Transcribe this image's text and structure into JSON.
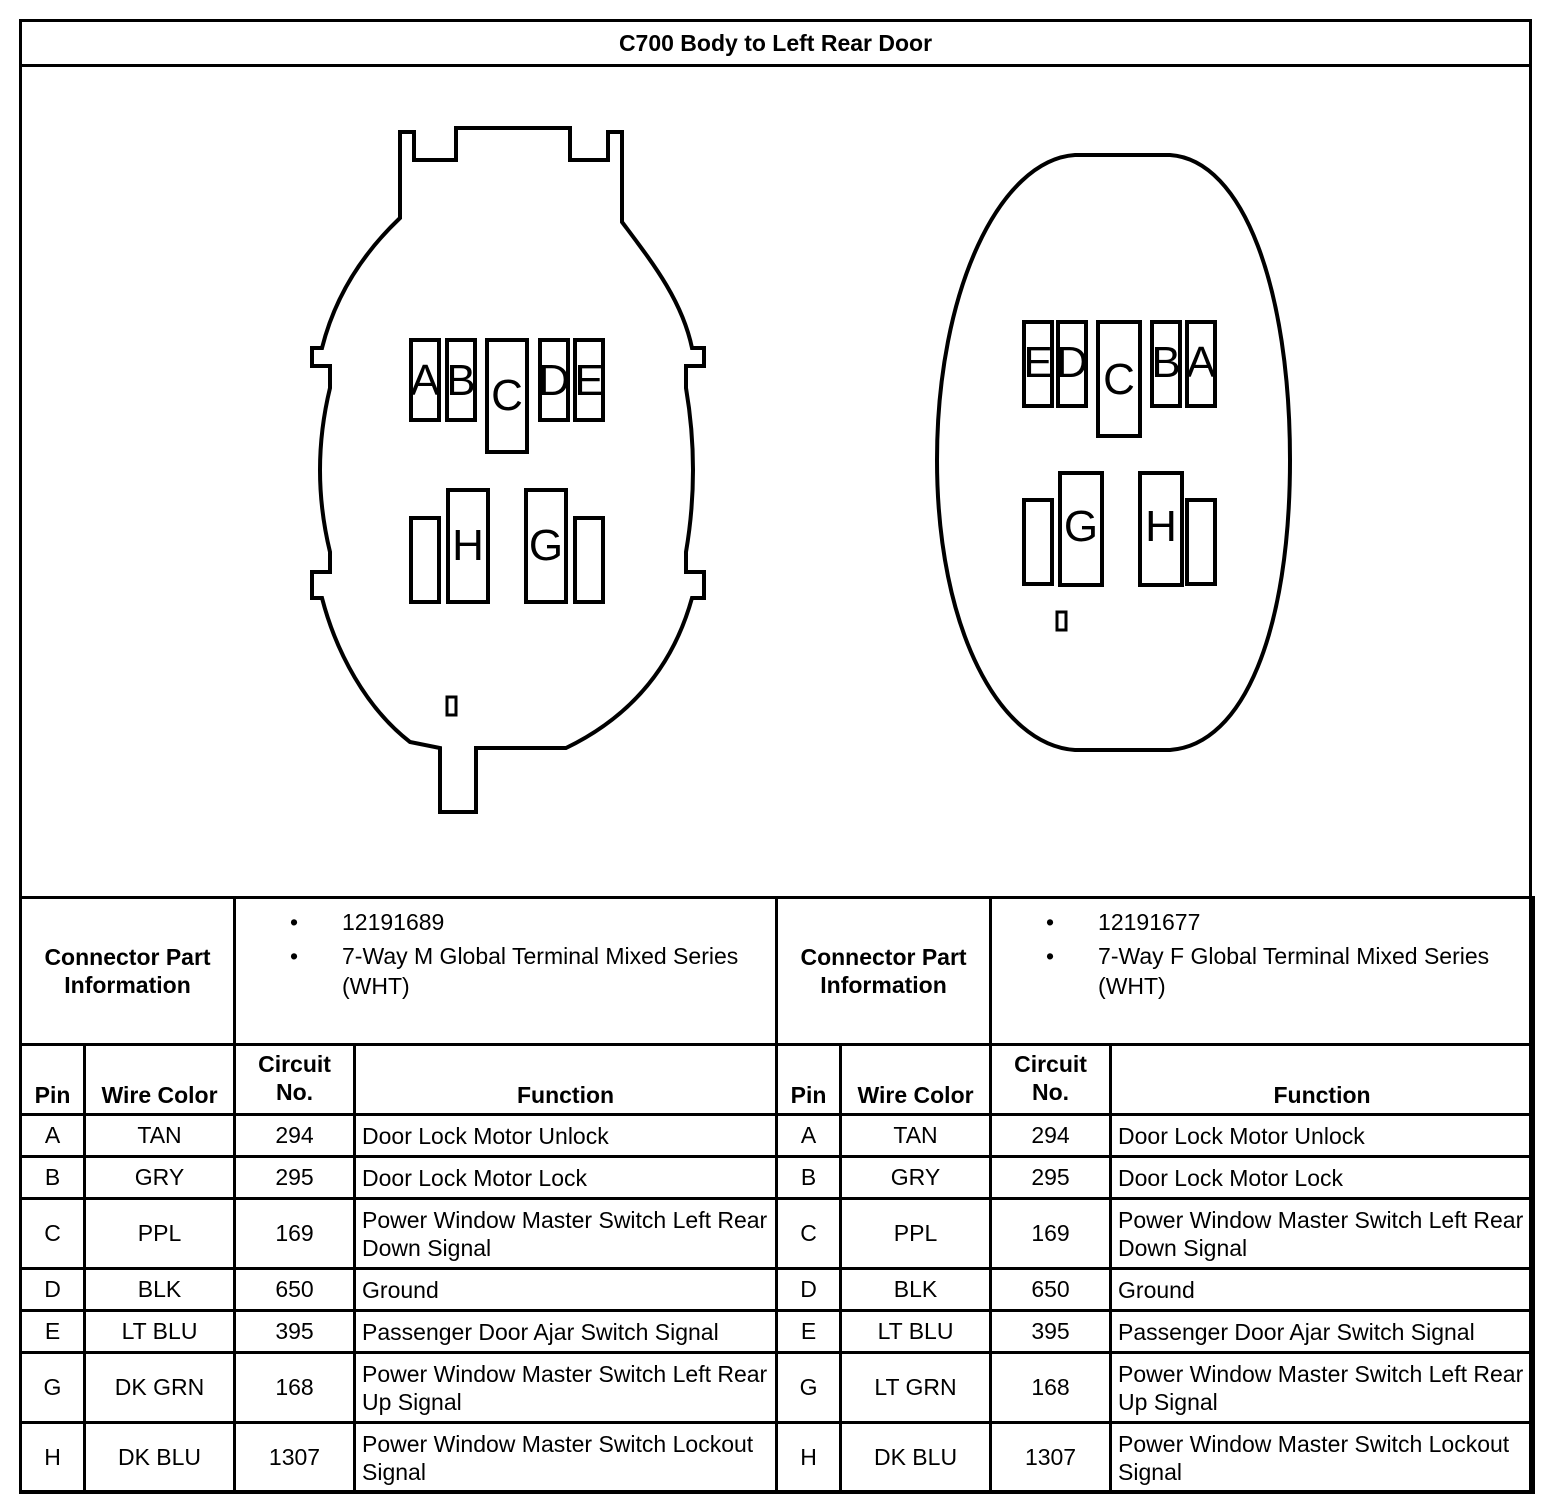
{
  "title": "C700 Body to Left Rear Door",
  "connectors": [
    {
      "part_label": "Connector Part Information",
      "part_info": [
        "12191689",
        "7-Way M Global Terminal Mixed Series (WHT)"
      ],
      "pins": [
        {
          "pin": "A",
          "color": "TAN",
          "circuit": "294",
          "function": "Door Lock Motor Unlock"
        },
        {
          "pin": "B",
          "color": "GRY",
          "circuit": "295",
          "function": "Door Lock Motor Lock"
        },
        {
          "pin": "C",
          "color": "PPL",
          "circuit": "169",
          "function": "Power Window Master Switch Left Rear Down Signal"
        },
        {
          "pin": "D",
          "color": "BLK",
          "circuit": "650",
          "function": "Ground"
        },
        {
          "pin": "E",
          "color": "LT BLU",
          "circuit": "395",
          "function": "Passenger Door Ajar Switch Signal"
        },
        {
          "pin": "G",
          "color": "DK GRN",
          "circuit": "168",
          "function": "Power Window Master Switch Left Rear Up Signal"
        },
        {
          "pin": "H",
          "color": "DK BLU",
          "circuit": "1307",
          "function": "Power Window Master Switch Lockout Signal"
        }
      ]
    },
    {
      "part_label": "Connector Part Information",
      "part_info": [
        "12191677",
        "7-Way F Global Terminal Mixed Series (WHT)"
      ],
      "pins": [
        {
          "pin": "A",
          "color": "TAN",
          "circuit": "294",
          "function": "Door Lock Motor Unlock"
        },
        {
          "pin": "B",
          "color": "GRY",
          "circuit": "295",
          "function": "Door Lock Motor Lock"
        },
        {
          "pin": "C",
          "color": "PPL",
          "circuit": "169",
          "function": "Power Window Master Switch Left Rear Down Signal"
        },
        {
          "pin": "D",
          "color": "BLK",
          "circuit": "650",
          "function": "Ground"
        },
        {
          "pin": "E",
          "color": "LT BLU",
          "circuit": "395",
          "function": "Passenger Door Ajar Switch Signal"
        },
        {
          "pin": "G",
          "color": "LT GRN",
          "circuit": "168",
          "function": "Power Window Master Switch Left Rear Up Signal"
        },
        {
          "pin": "H",
          "color": "DK BLU",
          "circuit": "1307",
          "function": "Power Window Master Switch Lockout Signal"
        }
      ]
    }
  ],
  "headers": {
    "pin": "Pin",
    "color": "Wire Color",
    "circuit": "Circuit No.",
    "function": "Function"
  },
  "diagram": {
    "male_face": {
      "top": [
        "A",
        "B",
        "C",
        "D",
        "E"
      ],
      "bottom": [
        "H",
        "G"
      ]
    },
    "female_face": {
      "top": [
        "E",
        "D",
        "C",
        "B",
        "A"
      ],
      "bottom": [
        "G",
        "H"
      ]
    }
  }
}
